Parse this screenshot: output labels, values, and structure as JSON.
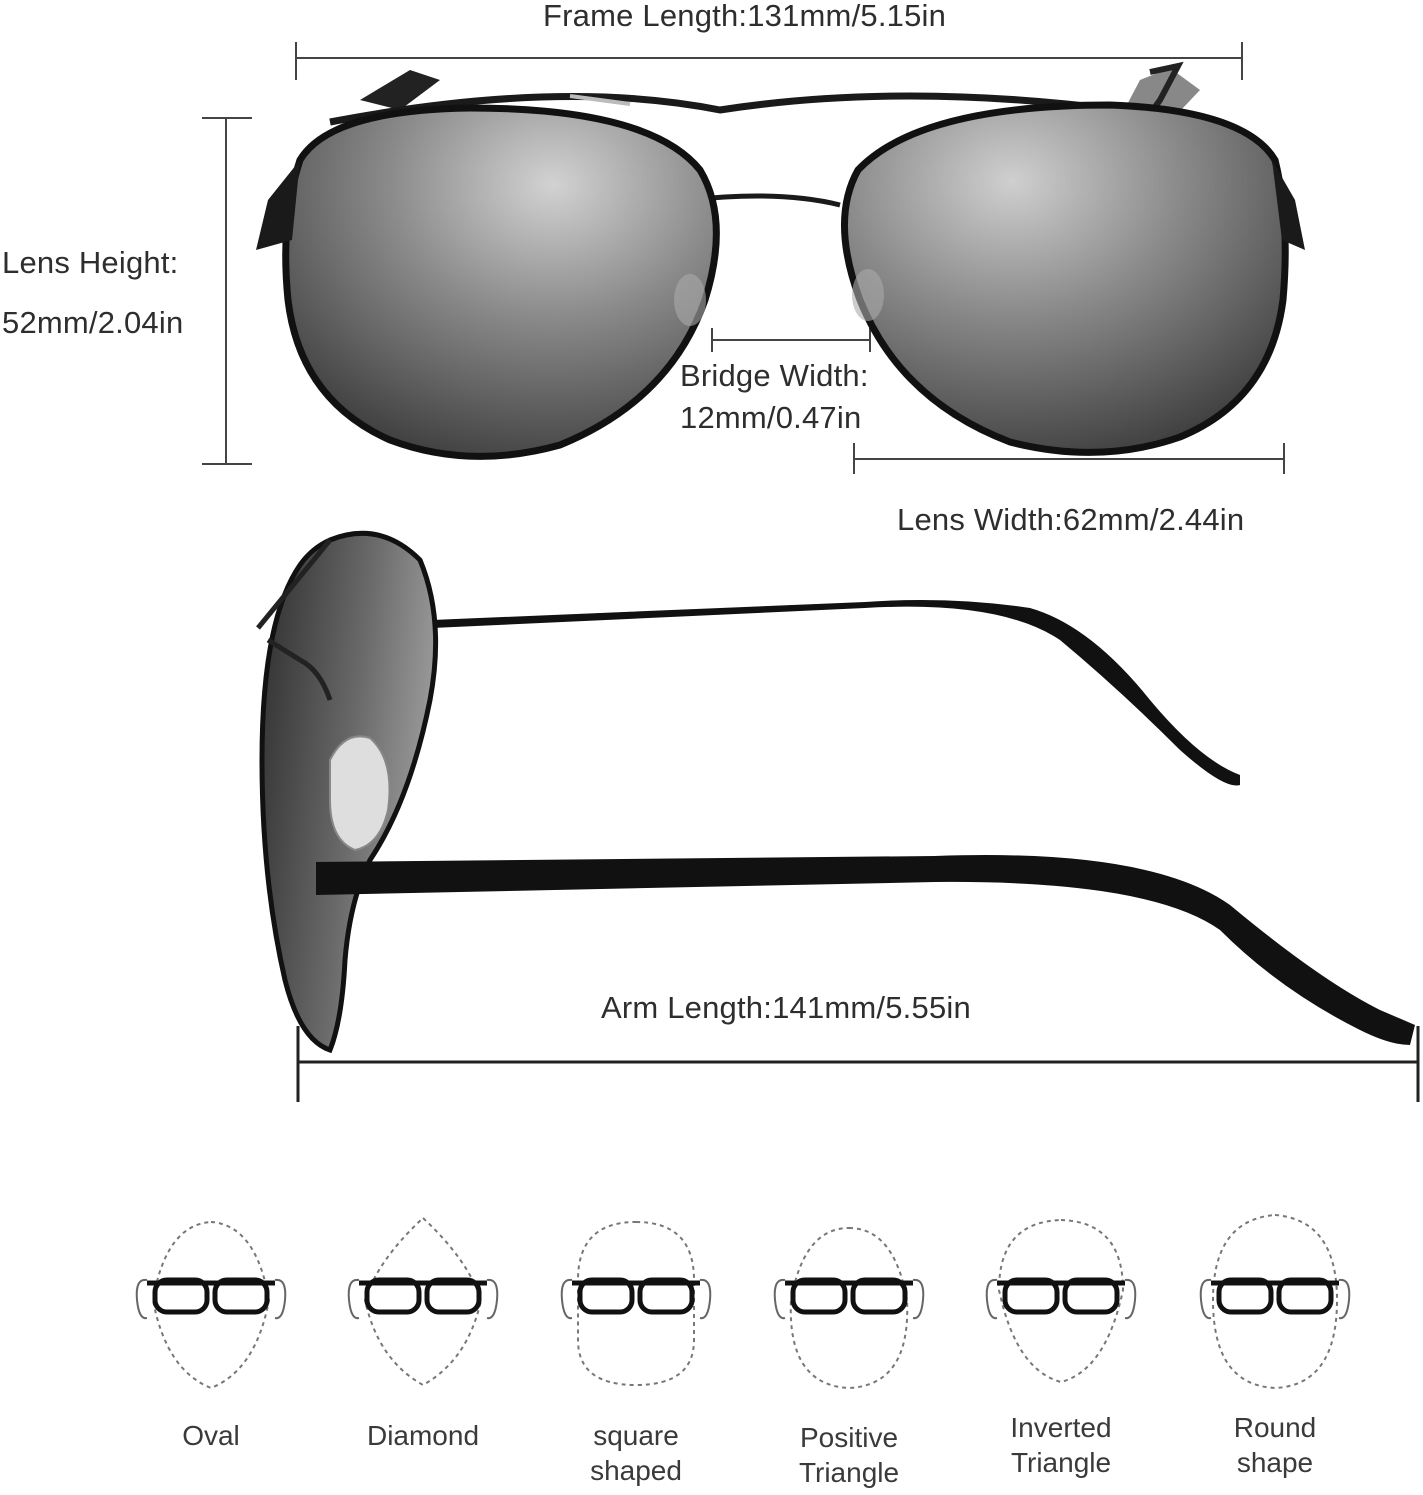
{
  "dimensions": {
    "frame_length": "Frame Length:131mm/5.15in",
    "lens_height_label": "Lens Height:",
    "lens_height_value": "52mm/2.04in",
    "bridge_width_label": "Bridge Width:",
    "bridge_width_value": "12mm/0.47in",
    "lens_width": "Lens Width:62mm/2.44in",
    "arm_length": "Arm Length:141mm/5.55in"
  },
  "face_shapes": [
    {
      "line1": "Oval",
      "line2": ""
    },
    {
      "line1": "Diamond",
      "line2": ""
    },
    {
      "line1": "square",
      "line2": "shaped"
    },
    {
      "line1": "Positive",
      "line2": "Triangle"
    },
    {
      "line1": "Inverted",
      "line2": "Triangle"
    },
    {
      "line1": "Round",
      "line2": "shape"
    }
  ],
  "colors": {
    "frame": "#111111",
    "lens_dark": "#3a3a3a",
    "lens_light": "#c9c9c9",
    "measure_line": "#444444",
    "face_outline": "#777777"
  }
}
